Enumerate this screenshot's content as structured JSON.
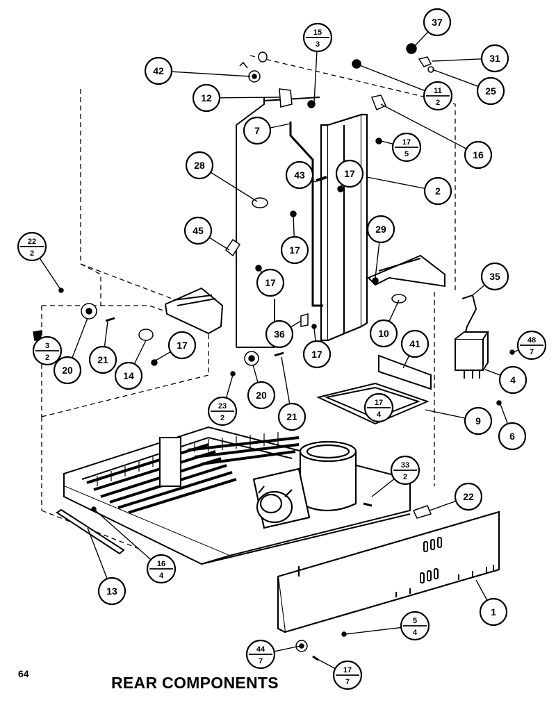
{
  "page_number": "64",
  "title": "REAR COMPONENTS",
  "callouts": [
    {
      "id": "c37",
      "top": "37"
    },
    {
      "id": "c31a",
      "top": "31"
    },
    {
      "id": "c25",
      "top": "25"
    },
    {
      "id": "c15",
      "top": "15",
      "bottom": "3"
    },
    {
      "id": "c11",
      "top": "11",
      "bottom": "2"
    },
    {
      "id": "c42",
      "top": "42"
    },
    {
      "id": "c12",
      "top": "12"
    },
    {
      "id": "c16",
      "top": "16"
    },
    {
      "id": "c7",
      "top": "7"
    },
    {
      "id": "c17a",
      "top": "17",
      "bottom": "5"
    },
    {
      "id": "c28",
      "top": "28"
    },
    {
      "id": "c43",
      "top": "43"
    },
    {
      "id": "c17b",
      "top": "17"
    },
    {
      "id": "c2",
      "top": "2"
    },
    {
      "id": "c29",
      "top": "29"
    },
    {
      "id": "c45",
      "top": "45"
    },
    {
      "id": "c17c",
      "top": "17"
    },
    {
      "id": "c22a",
      "top": "22",
      "bottom": "2"
    },
    {
      "id": "c17d",
      "top": "17"
    },
    {
      "id": "c35",
      "top": "35"
    },
    {
      "id": "c10",
      "top": "10"
    },
    {
      "id": "c36",
      "top": "36"
    },
    {
      "id": "c3",
      "top": "3",
      "bottom": "2"
    },
    {
      "id": "c20a",
      "top": "20"
    },
    {
      "id": "c21a",
      "top": "21"
    },
    {
      "id": "c14",
      "top": "14"
    },
    {
      "id": "c17e",
      "top": "17"
    },
    {
      "id": "c17f",
      "top": "17"
    },
    {
      "id": "c41",
      "top": "41"
    },
    {
      "id": "c48",
      "top": "48",
      "bottom": "7"
    },
    {
      "id": "c4",
      "top": "4"
    },
    {
      "id": "c17g",
      "top": "17",
      "bottom": "4"
    },
    {
      "id": "c23",
      "top": "23",
      "bottom": "2"
    },
    {
      "id": "c20b",
      "top": "20"
    },
    {
      "id": "c21b",
      "top": "21"
    },
    {
      "id": "c9",
      "top": "9"
    },
    {
      "id": "c6",
      "top": "6"
    },
    {
      "id": "c33",
      "top": "33",
      "bottom": "2"
    },
    {
      "id": "c22b",
      "top": "22"
    },
    {
      "id": "c16b",
      "top": "16",
      "bottom": "4"
    },
    {
      "id": "c13",
      "top": "13"
    },
    {
      "id": "c1",
      "top": "1"
    },
    {
      "id": "c5",
      "top": "5",
      "bottom": "4"
    },
    {
      "id": "c44",
      "top": "44",
      "bottom": "7"
    },
    {
      "id": "c17h",
      "top": "17",
      "bottom": "7"
    }
  ]
}
